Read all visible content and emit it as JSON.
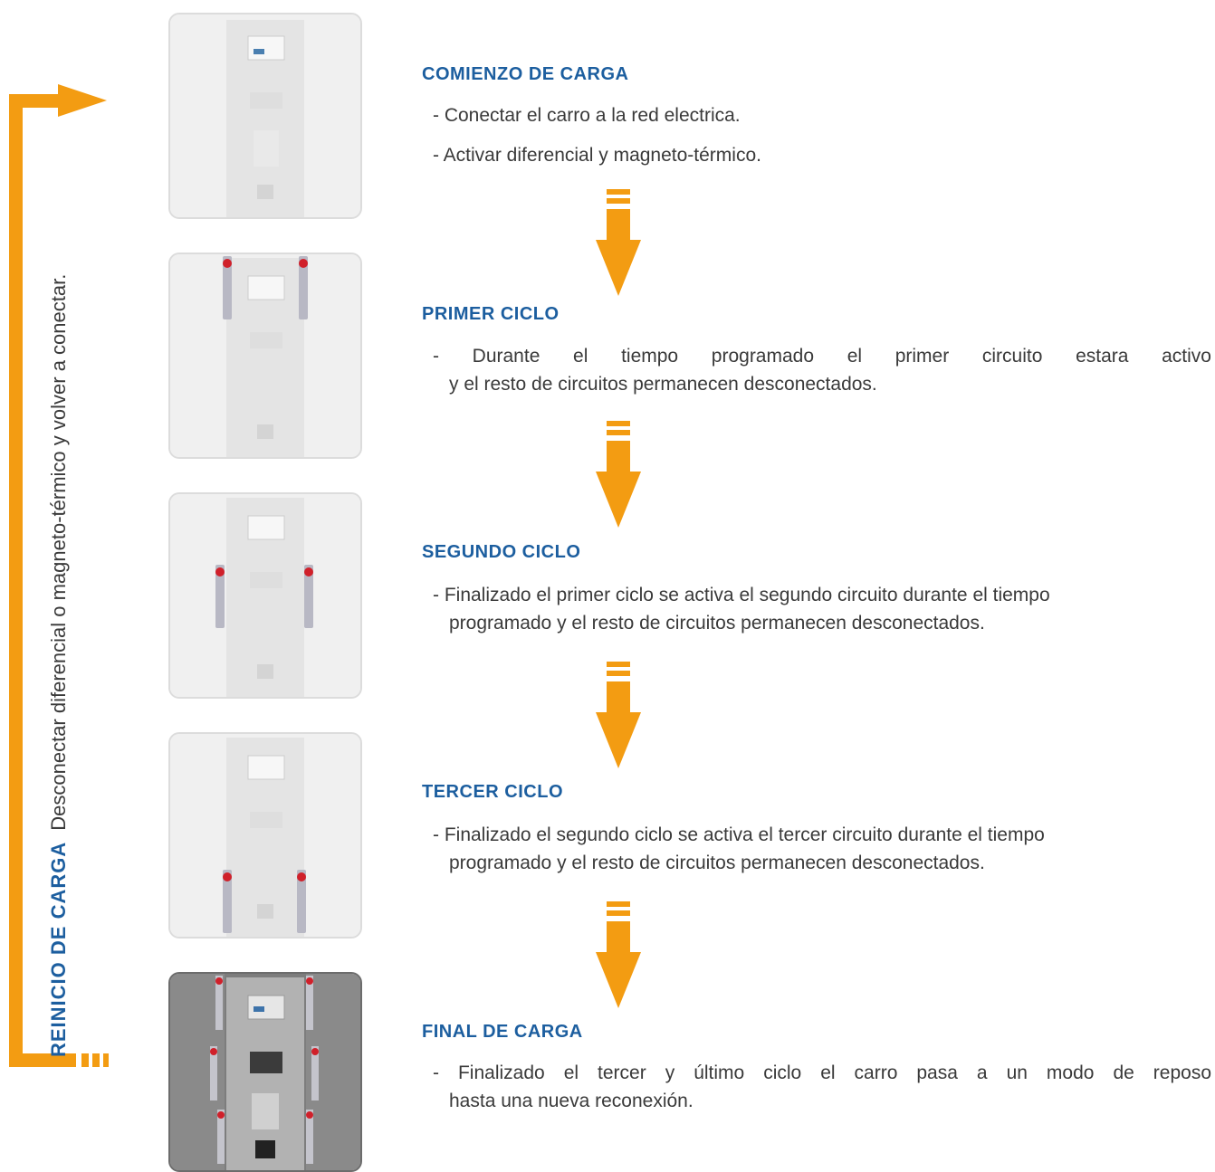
{
  "restart": {
    "title": "REINICIO DE CARGA",
    "text": "Desconectar diferencial o magneto-térmico y volver a conectar."
  },
  "steps": [
    {
      "title": "COMIENZO DE CARGA",
      "lines": [
        "- Conectar el carro a la red electrica.",
        "- Activar diferencial y magneto-térmico."
      ]
    },
    {
      "title": "PRIMER CICLO",
      "line1": "- Durante el tiempo programado el primer circuito estara activo",
      "line2": "y el resto de circuitos permanecen desconectados."
    },
    {
      "title": "SEGUNDO CICLO",
      "line1": "- Finalizado el primer ciclo se activa el segundo circuito durante el tiempo",
      "line2": "programado y el resto de circuitos permanecen desconectados."
    },
    {
      "title": "TERCER CICLO",
      "line1": "- Finalizado el segundo ciclo se activa el tercer circuito durante el tiempo",
      "line2": "programado y el resto de circuitos permanecen desconectados."
    },
    {
      "title": "FINAL DE CARGA",
      "line1": "- Finalizado el tercer y último ciclo el carro pasa a un modo de reposo",
      "line2": "hasta una nueva reconexión."
    }
  ],
  "colors": {
    "accent": "#f39c12",
    "title": "#1c5e9f",
    "text": "#3a3a3a"
  },
  "icons": {
    "loop": "loop-arrow-icon",
    "down": "down-arrow-icon"
  }
}
